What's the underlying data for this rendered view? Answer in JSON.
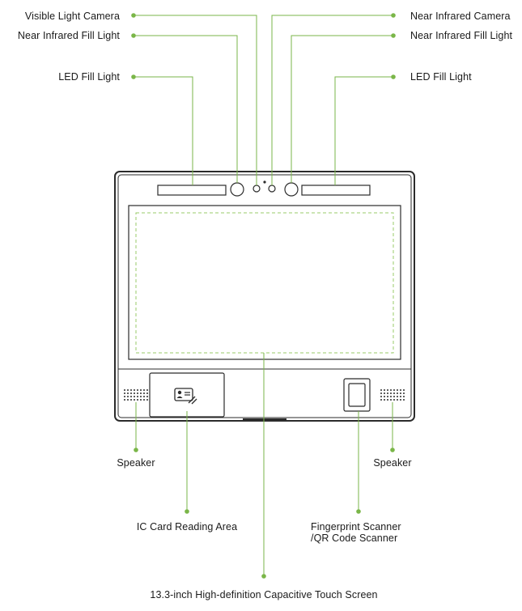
{
  "labels": {
    "visible_light_camera": "Visible Light Camera",
    "near_infrared_fill_light_left": "Near Infrared Fill Light",
    "led_fill_light_left": "LED Fill Light",
    "near_infrared_camera": "Near Infrared Camera",
    "near_infrared_fill_light_right": "Near Infrared Fill Light",
    "led_fill_light_right": "LED Fill Light",
    "speaker_left": "Speaker",
    "speaker_right": "Speaker",
    "ic_card_reading_area": "IC Card Reading Area",
    "fingerprint_scanner_line1": "Fingerprint Scanner",
    "fingerprint_scanner_line2": "/QR Code Scanner",
    "touch_screen": "13.3-inch High-definition Capacitive Touch Screen"
  },
  "colors": {
    "callout_green": "#7ab648",
    "device_outline": "#2b2b2b",
    "screen_dash": "#9acb6a"
  },
  "icons": {
    "card_reader": "id-card-tap-icon",
    "fingerprint": "fingerprint-sensor-icon"
  }
}
